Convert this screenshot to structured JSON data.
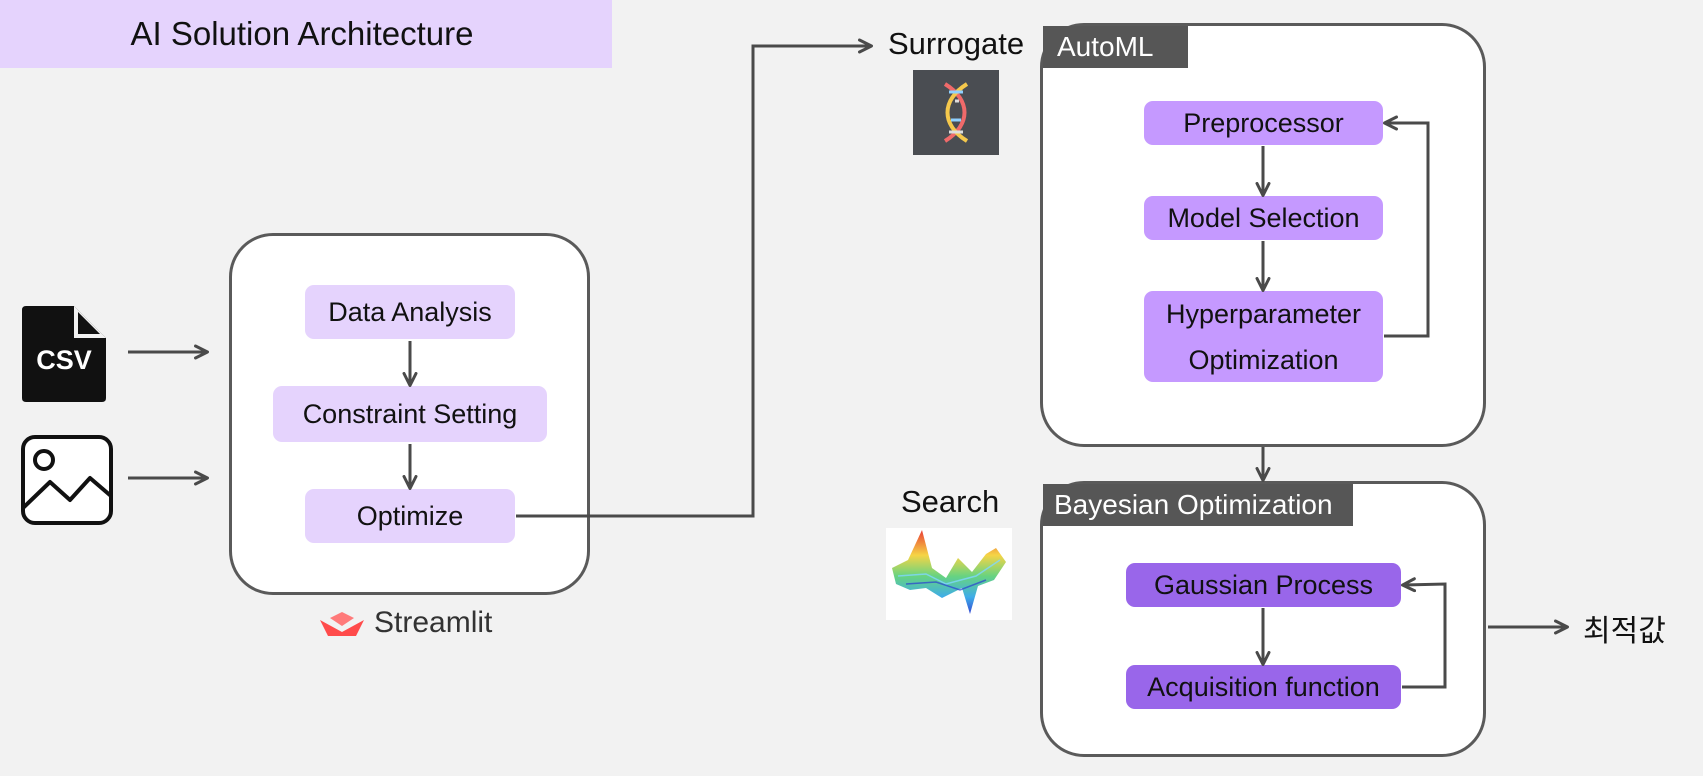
{
  "title": "AI Solution Architecture",
  "inputs": {
    "csv_label": "CSV"
  },
  "streamlit": {
    "steps": [
      "Data Analysis",
      "Constraint Setting",
      "Optimize"
    ],
    "brand": "Streamlit"
  },
  "surrogate": {
    "label": "Surrogate"
  },
  "automl": {
    "tag": "AutoML",
    "steps": [
      "Preprocessor",
      "Model Selection",
      "Hyperparameter",
      "Optimization"
    ]
  },
  "search": {
    "label": "Search"
  },
  "bayesian": {
    "tag": "Bayesian Optimization",
    "steps": [
      "Gaussian Process",
      "Acquisition function"
    ]
  },
  "output": {
    "label": "최적값"
  },
  "colors": {
    "light_purple": "#e5d3fd",
    "mid_purple": "#c599ff",
    "dark_purple": "#9966ea",
    "tag_gray": "#565656",
    "border": "#5a5a5a",
    "background": "#f2f2f2",
    "streamlit_red": "#ff4b4b"
  },
  "icons": [
    "csv-file-icon",
    "image-icon",
    "streamlit-logo-icon",
    "dna-icon",
    "surface-plot-icon"
  ]
}
